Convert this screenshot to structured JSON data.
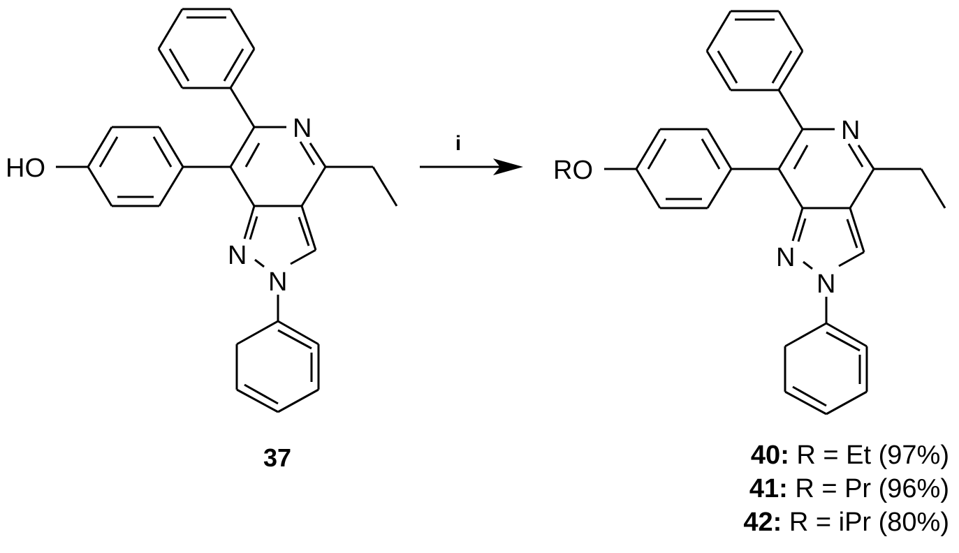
{
  "scheme": {
    "reagent_label": "i",
    "starting_material": {
      "id": "37",
      "substituent_label": "HO",
      "atoms": {
        "pyridine_N": "N",
        "pyrazole_N1": "N",
        "pyrazole_N2": "N"
      }
    },
    "product": {
      "substituent_label": "RO",
      "atoms": {
        "pyridine_N": "N",
        "pyrazole_N1": "N",
        "pyrazole_N2": "N"
      },
      "variants": [
        {
          "id": "40",
          "r_group": "Et",
          "yield": "97%",
          "text": "R = Et (97%)"
        },
        {
          "id": "41",
          "r_group": "Pr",
          "yield": "96%",
          "text": "R = Pr (96%)"
        },
        {
          "id": "42",
          "r_group": "iPr",
          "yield": "80%",
          "text": "R = iPr (80%)"
        }
      ]
    },
    "colors": {
      "ink": "#000000",
      "background": "#ffffff"
    }
  }
}
